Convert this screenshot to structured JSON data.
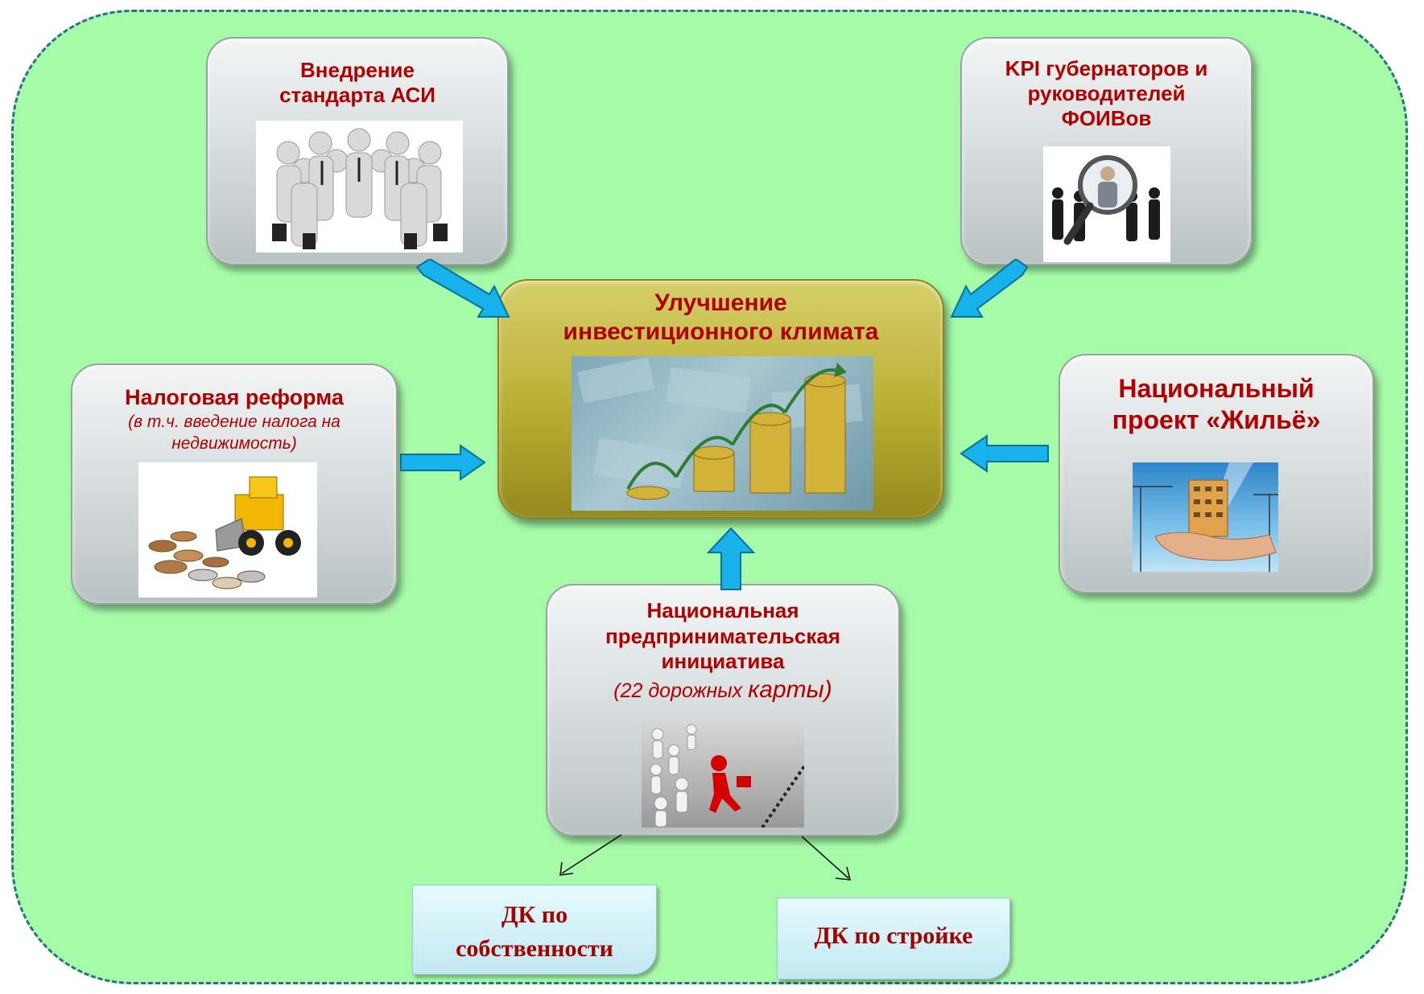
{
  "center": {
    "title_line1": "Улучшение",
    "title_line2": "инвестиционного климата"
  },
  "boxes": {
    "asi": {
      "title_line1": "Внедрение",
      "title_line2": "стандарта АСИ"
    },
    "kpi": {
      "title_line1": "KPI губернаторов и",
      "title_line2": "руководителей",
      "title_line3": "ФОИВов"
    },
    "tax": {
      "title": "Налоговая реформа",
      "subtitle_line1": "(в т.ч. введение налога на",
      "subtitle_line2": "недвижимость)"
    },
    "housing": {
      "title_line1": "Национальный",
      "title_line2": "проект «Жильё»"
    },
    "npi": {
      "title_line1": "Национальная",
      "title_line2": "предпринимательская",
      "title_line3": "инициатива",
      "subtitle_pre": "(22 дорожных ",
      "subtitle_big": "карты)"
    }
  },
  "notes": {
    "property_line1": "ДК по",
    "property_line2": "собственности",
    "construction": "ДК по стройке"
  },
  "colors": {
    "background": "#a6fba9",
    "border": "#2f6f8c",
    "title_red": "#b10000",
    "arrow_blue": "#17b1ec",
    "center_gold": "#b9ae32"
  }
}
